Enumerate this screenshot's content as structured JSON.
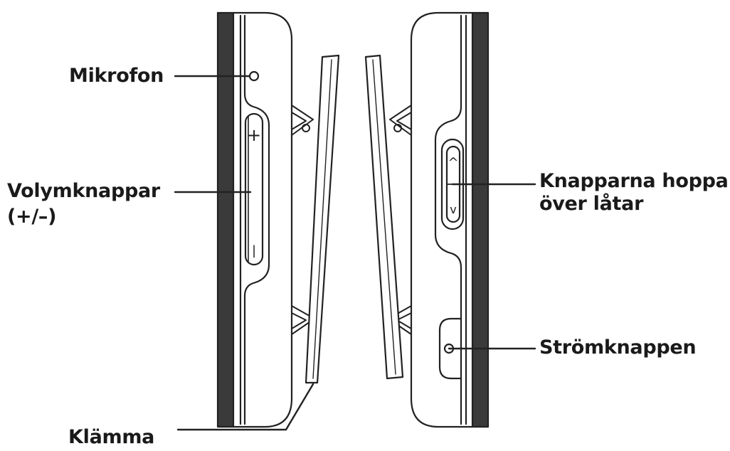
{
  "labels": {
    "microphone": "Mikrofon",
    "volume_line1": "Volymknappar",
    "volume_line2": "(+/–)",
    "skip_line1": "Knapparna hoppa",
    "skip_line2": "över låtar",
    "power": "Strömknappen",
    "clip": "Klämma"
  },
  "button_glyphs": {
    "volume_up": "+",
    "volume_down": "|",
    "skip_up": "^",
    "skip_down": "v"
  },
  "colors": {
    "stroke": "#222222",
    "dark_band": "#3a3a3a",
    "background": "#ffffff"
  }
}
